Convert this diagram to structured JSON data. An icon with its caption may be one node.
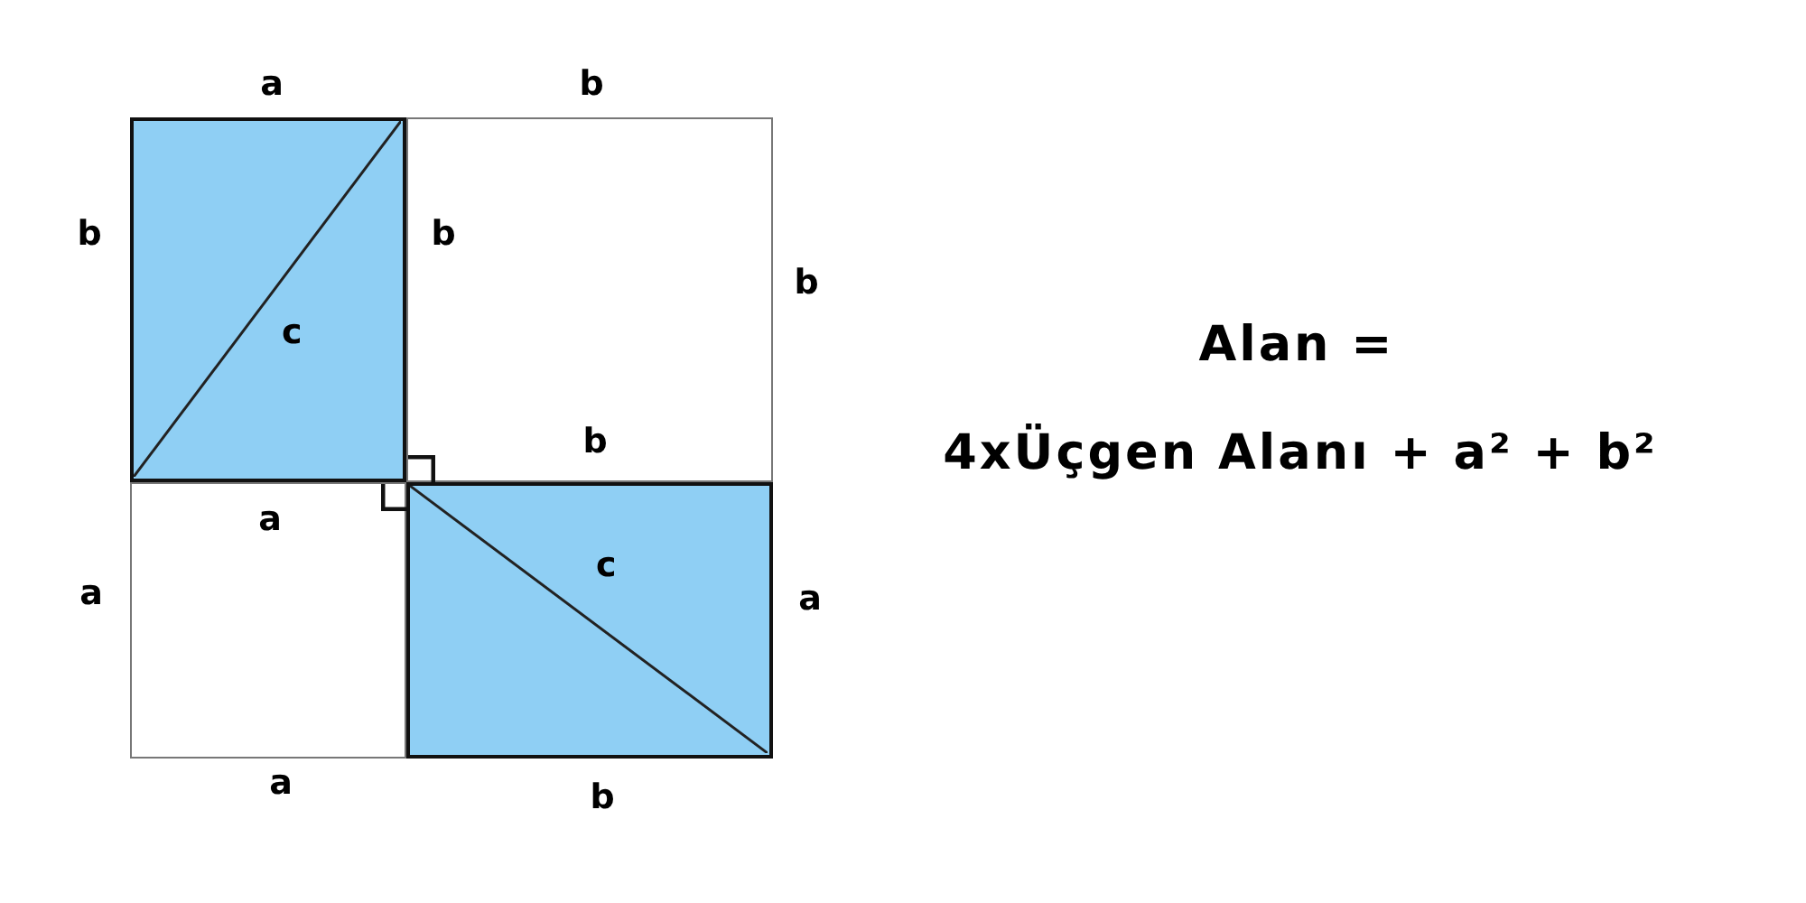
{
  "diagram": {
    "nodes": [
      {
        "text": [
          "c"
        ]
      },
      {
        "text": [],
        "shape": "box"
      },
      {
        "text": [],
        "shape": "box"
      },
      {
        "text": [
          "c"
        ]
      }
    ],
    "edges": [],
    "labels": [
      "a",
      "b",
      "b",
      "b",
      "b",
      "Alan =",
      "b",
      "4xÜçgen Alanı + a² + b²",
      "a",
      "a",
      "a",
      "a",
      "b"
    ]
  }
}
